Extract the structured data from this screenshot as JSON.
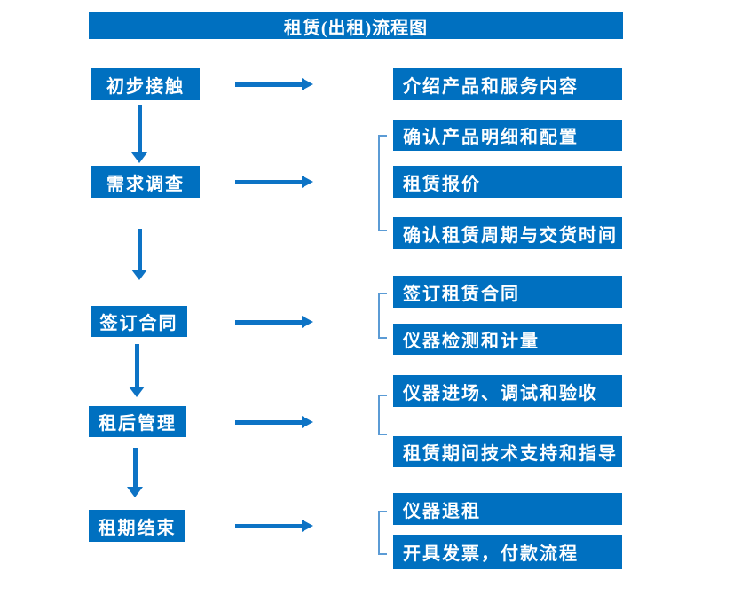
{
  "title": "租赁(出租)流程图",
  "colors": {
    "box_blue": "#0070c0",
    "arrow_blue": "#0d73c5",
    "bracket_blue": "#5b9bd5"
  },
  "steps": [
    {
      "label": "初步接触",
      "details": [
        "介绍产品和服务内容"
      ]
    },
    {
      "label": "需求调查",
      "details": [
        "确认产品明细和配置",
        "租赁报价",
        "确认租赁周期与交货时间"
      ]
    },
    {
      "label": "签订合同",
      "details": [
        "签订租赁合同",
        "仪器检测和计量"
      ]
    },
    {
      "label": "租后管理",
      "details": [
        "仪器进场、调试和验收",
        "租赁期间技术支持和指导"
      ]
    },
    {
      "label": "租期结束",
      "details": [
        "仪器退租",
        "开具发票，付款流程"
      ]
    }
  ]
}
